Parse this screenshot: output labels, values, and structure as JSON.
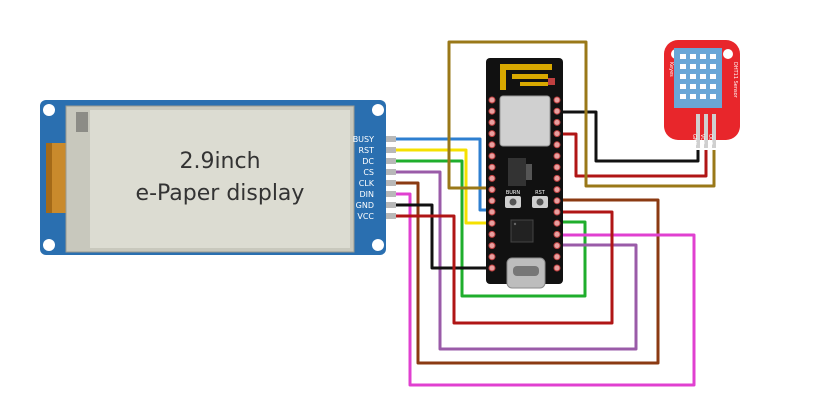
{
  "display": {
    "title_line1": "2.9inch",
    "title_line2": "e-Paper display",
    "pins": [
      "BUSY",
      "RST",
      "DC",
      "CS",
      "CLK",
      "DIN",
      "GND",
      "VCC"
    ],
    "board_color": "#2a6fb0",
    "screen_color": "#dcdcd2"
  },
  "mcu": {
    "button_left": "BURN",
    "button_right": "RST",
    "board_color": "#111111"
  },
  "sensor": {
    "side_text_1": "DHT11 Sensor",
    "side_text_2": "Keyes",
    "pins": [
      "GND",
      "VCC",
      "OUT"
    ],
    "board_color": "#e8262b"
  },
  "wire_colors": {
    "blue": "#2e7fd0",
    "yellow": "#f5e000",
    "green": "#1fae2c",
    "purple": "#9a5ba8",
    "brown": "#8b3a12",
    "black": "#111111",
    "red": "#b01515",
    "magenta": "#e040d0",
    "olive": "#9a7818"
  }
}
